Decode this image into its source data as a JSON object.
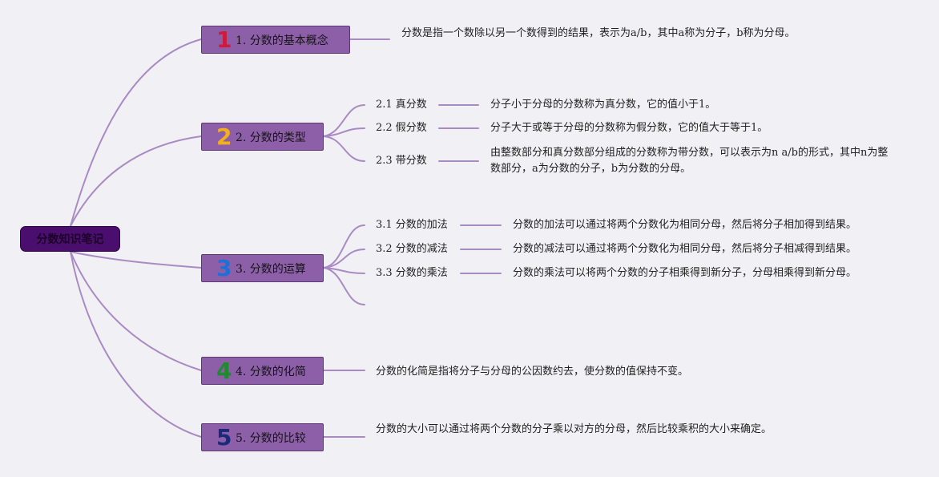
{
  "root": {
    "label": "分数知识笔记"
  },
  "branches": [
    {
      "number": "1",
      "number_color": "#d01a3b",
      "title": "1. 分数的基本概念",
      "text": "分数是指一个数除以另一个数得到的结果，表示为a/b，其中a称为分子，b称为分母。"
    },
    {
      "number": "2",
      "number_color": "#f2b01e",
      "title": "2. 分数的类型",
      "children": [
        {
          "label": "2.1 真分数",
          "text": "分子小于分母的分数称为真分数，它的值小于1。"
        },
        {
          "label": "2.2 假分数",
          "text": "分子大于或等于分母的分数称为假分数，它的值大于等于1。"
        },
        {
          "label": "2.3 带分数",
          "text": "由整数部分和真分数部分组成的分数称为带分数，可以表示为n a/b的形式，其中n为整数部分，a为分数的分子，b为分数的分母。"
        }
      ]
    },
    {
      "number": "3",
      "number_color": "#1e6fd6",
      "title": "3. 分数的运算",
      "children": [
        {
          "label": "3.1 分数的加法",
          "text": "分数的加法可以通过将两个分数化为相同分母，然后将分子相加得到结果。"
        },
        {
          "label": "3.2 分数的减法",
          "text": "分数的减法可以通过将两个分数化为相同分母，然后将分子相减得到结果。"
        },
        {
          "label": "3.3 分数的乘法",
          "text": "分数的乘法可以将两个分数的分子相乘得到新分子，分母相乘得到新分母。"
        }
      ]
    },
    {
      "number": "4",
      "number_color": "#1f8a2e",
      "title": "4. 分数的化简",
      "text": "分数的化简是指将分子与分母的公因数约去，使分数的值保持不变。"
    },
    {
      "number": "5",
      "number_color": "#1a2a7a",
      "title": "5. 分数的比较",
      "text": "分数的大小可以通过将两个分数的分子乘以对方的分母，然后比较乘积的大小来确定。"
    }
  ],
  "colors": {
    "background": "#f1f0f4",
    "connector": "#a98bc4",
    "branch_fill": "#8d5fa8",
    "root_fill": "#4a0f6e"
  }
}
